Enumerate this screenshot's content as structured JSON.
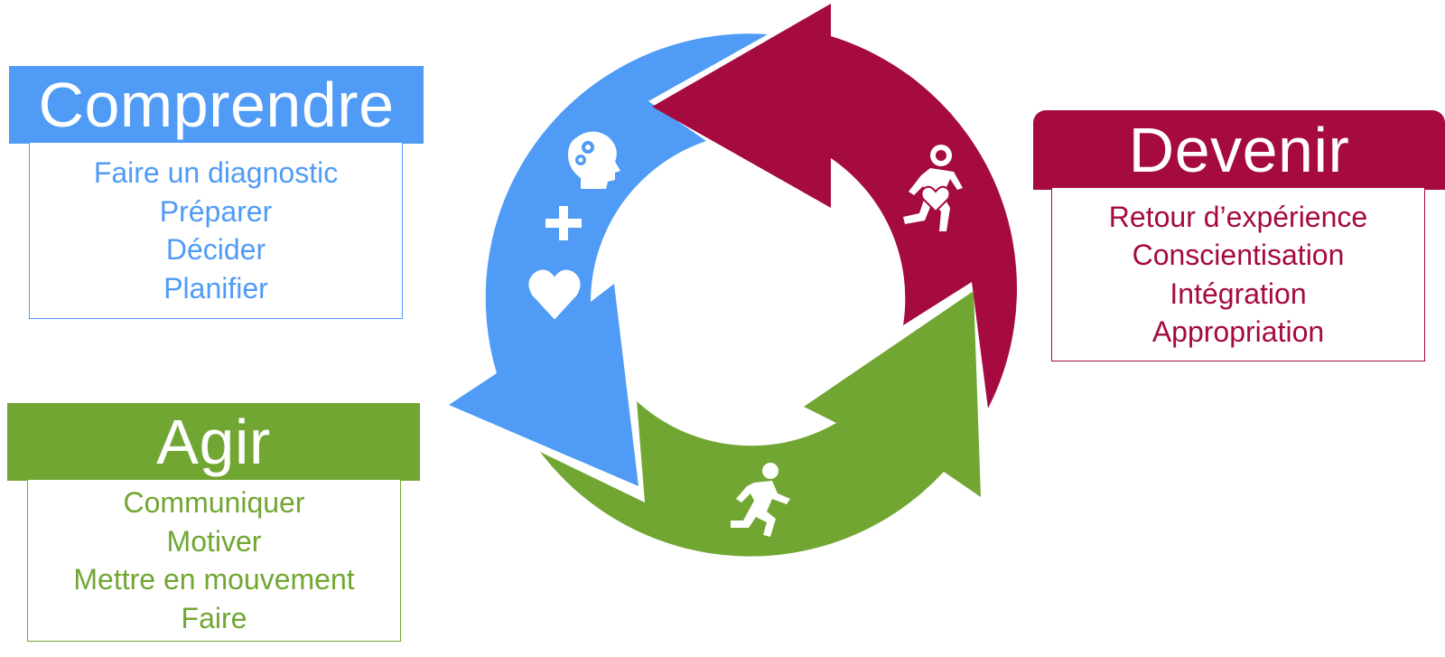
{
  "colors": {
    "comprendre": "#4f9bf5",
    "devenir": "#a50a40",
    "agir": "#72a633"
  },
  "panels": {
    "comprendre": {
      "title": "Comprendre",
      "items": [
        "Faire un diagnostic",
        "Préparer",
        "Décider",
        "Planifier"
      ]
    },
    "agir": {
      "title": "Agir",
      "items": [
        "Communiquer",
        "Motiver",
        "Mettre en mouvement",
        "Faire"
      ]
    },
    "devenir": {
      "title": "Devenir",
      "items": [
        "Retour d’expérience",
        "Conscientisation",
        "Intégration",
        "Appropriation"
      ]
    }
  },
  "cycle_icons": {
    "comprendre": [
      "head-gears-icon",
      "plus-icon",
      "heart-icon"
    ],
    "devenir": "runner-heart-brain-icon",
    "agir": "runner-icon"
  }
}
